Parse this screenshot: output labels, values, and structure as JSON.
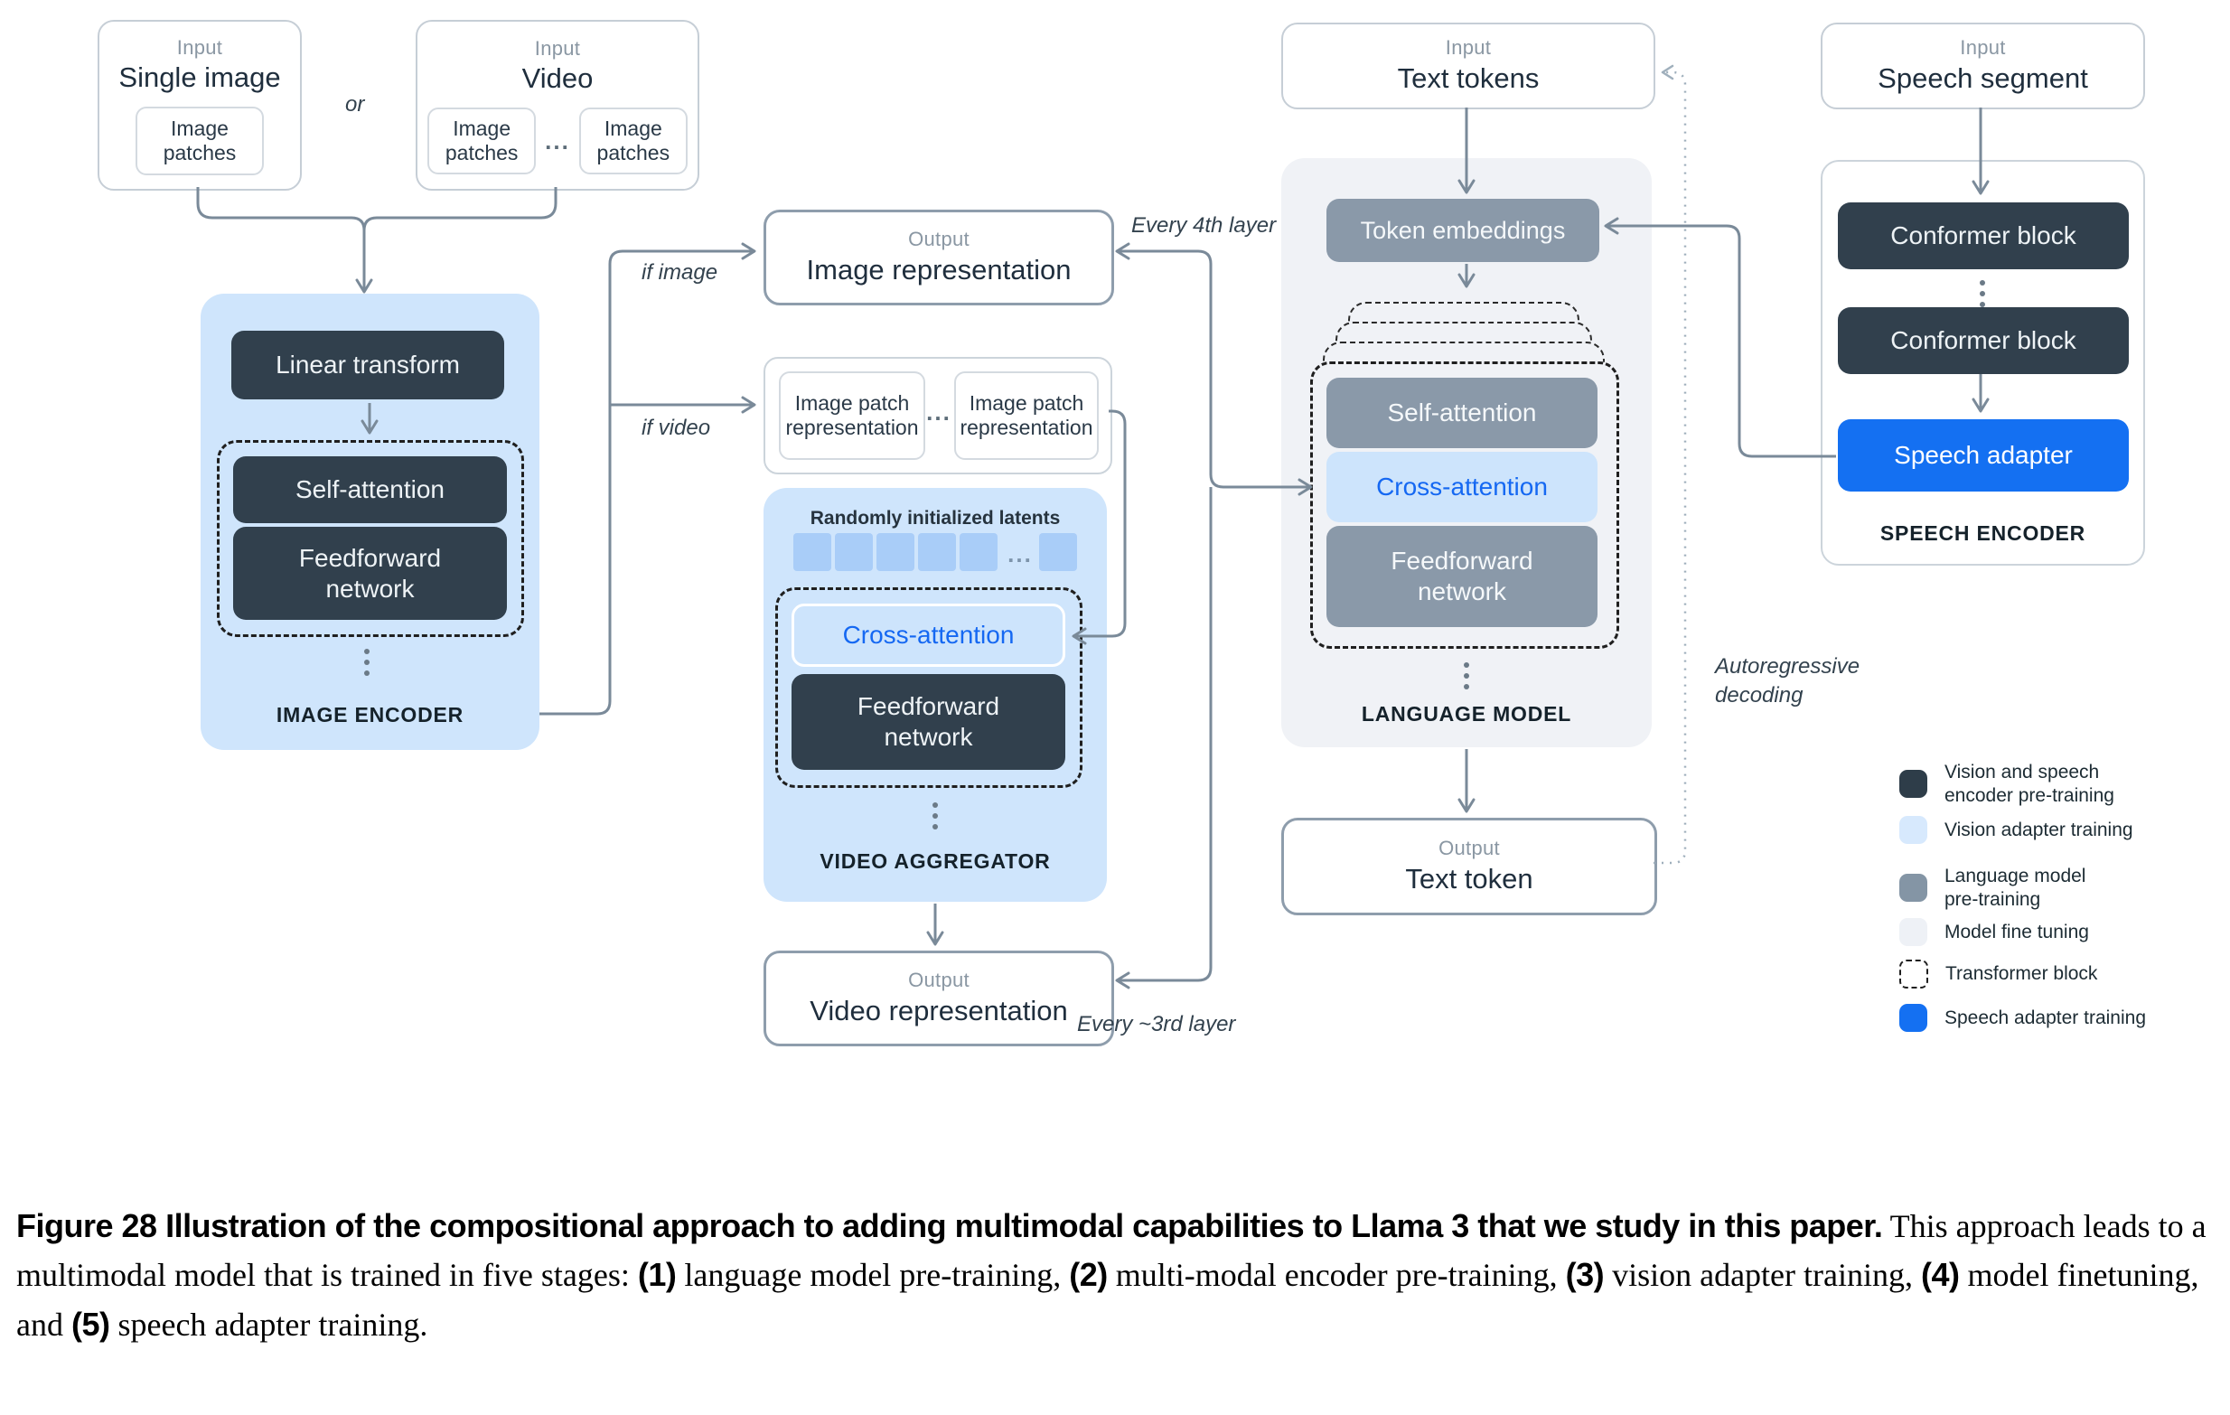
{
  "colors": {
    "encoder_dark": "#31404d",
    "vision_adapter_blue": "#cfe5fc",
    "latent_blue": "#a9cdf8",
    "cross_attention_bg": "#cde4fc",
    "cross_attention_text": "#1568f2",
    "language_model_gray": "#8a99a9",
    "fine_tuning_bg": "#f0f2f6",
    "speech_adapter_blue": "#1470f2",
    "wire": "#7a8a99"
  },
  "inputs": {
    "single_image": {
      "kicker": "Input",
      "title": "Single image",
      "patch": "Image patches"
    },
    "or_label": "or",
    "video": {
      "kicker": "Input",
      "title": "Video",
      "patch_left": "Image patches",
      "dots": "...",
      "patch_right": "Image patches"
    },
    "text_tokens": {
      "kicker": "Input",
      "title": "Text tokens"
    },
    "speech_segment": {
      "kicker": "Input",
      "title": "Speech segment"
    }
  },
  "image_encoder": {
    "linear": "Linear transform",
    "self_attn": "Self-attention",
    "ffn": "Feedforward network",
    "label": "IMAGE ENCODER"
  },
  "patch_group": {
    "left": "Image patch representation",
    "dots": "...",
    "right": "Image patch representation"
  },
  "video_aggregator": {
    "latents": "Randomly initialized latents",
    "dots": "...",
    "cross_attn": "Cross-attention",
    "ffn": "Feedforward network",
    "label": "VIDEO AGGREGATOR"
  },
  "language_model": {
    "token_embeddings": "Token embeddings",
    "self_attn": "Self-attention",
    "cross_attn": "Cross-attention",
    "ffn": "Feedforward network",
    "label": "LANGUAGE MODEL"
  },
  "speech_encoder": {
    "conformer_top": "Conformer block",
    "conformer_bottom": "Conformer block",
    "adapter": "Speech adapter",
    "label": "SPEECH ENCODER"
  },
  "outputs": {
    "image_representation": {
      "kicker": "Output",
      "title": "Image representation"
    },
    "video_representation": {
      "kicker": "Output",
      "title": "Video representation"
    },
    "text_token": {
      "kicker": "Output",
      "title": "Text token"
    }
  },
  "annotations": {
    "if_image": "if image",
    "if_video": "if video",
    "every_4th": "Every 4th layer",
    "every_3rd": "Every ~3rd layer",
    "autoregressive": "Autoregressive\ndecoding"
  },
  "legend": {
    "items": [
      {
        "swatch": "dark",
        "label": "Vision and speech\nencoder pre-training"
      },
      {
        "swatch": "vision",
        "label": "Vision adapter training"
      },
      {
        "swatch": "lm",
        "label": "Language model\npre-training"
      },
      {
        "swatch": "ft",
        "label": "Model fine tuning"
      },
      {
        "swatch": "tb",
        "label": "Transformer block"
      },
      {
        "swatch": "sa",
        "label": "Speech adapter training"
      }
    ]
  },
  "caption": {
    "segments": [
      {
        "t": "Figure 28",
        "s": "tag"
      },
      {
        "t": "  ",
        "s": "b"
      },
      {
        "t": "Illustration of the compositional approach to adding multimodal capabilities to Llama 3 that we study in this paper.",
        "s": "b"
      },
      {
        "t": " This approach leads to a multimodal model that is trained in five stages: ",
        "s": "r"
      },
      {
        "t": "(1)",
        "s": "n"
      },
      {
        "t": " language model pre-training, ",
        "s": "r"
      },
      {
        "t": "(2)",
        "s": "n"
      },
      {
        "t": " multi-modal encoder pre-training, ",
        "s": "r"
      },
      {
        "t": "(3)",
        "s": "n"
      },
      {
        "t": " vision adapter training, ",
        "s": "r"
      },
      {
        "t": "(4)",
        "s": "n"
      },
      {
        "t": " model finetuning, and ",
        "s": "r"
      },
      {
        "t": "(5)",
        "s": "n"
      },
      {
        "t": " speech adapter training.",
        "s": "r"
      }
    ]
  }
}
